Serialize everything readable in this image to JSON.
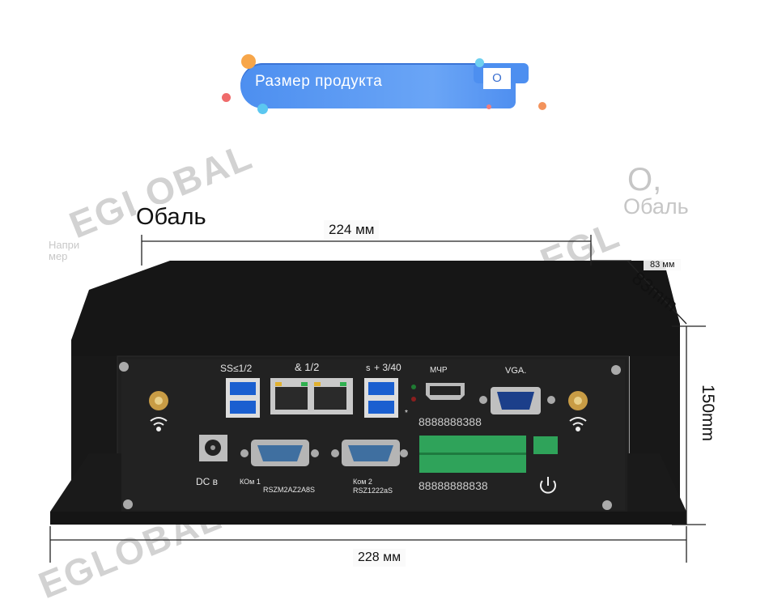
{
  "banner": {
    "title": "Размер продукта",
    "badge": "О"
  },
  "watermarks": {
    "left_brand": "EGLOBAL",
    "left_overlay": "Обаль",
    "left_small": "Напри мер",
    "right_top": "О,",
    "right_sub": "Обаль",
    "right_brand": "EGL",
    "bottom_brand": "EGLOBAL"
  },
  "dimensions": {
    "width_top": "224 мм",
    "width_bottom": "228 мм",
    "depth": "83 мм",
    "depth_rotated": "83mm",
    "height": "150mm"
  },
  "panel": {
    "usb_left_label": "SS≤1/2",
    "lan_label": "& 1/2",
    "usb_right_label": "+ 3/40",
    "usb_right_prefix": "s",
    "hdmi_label": "МЧР",
    "vga_label": "VGA.",
    "code_top": "8888888388",
    "code_bottom": "88888888838",
    "dc_label": "DC в",
    "com1_label": "КОм 1",
    "com1_sub": "RSZM2AZ2A8S",
    "com2_label": "Ком 2",
    "com2_sub": "RSZ1222aS",
    "asterisk": "*"
  },
  "colors": {
    "banner": "#4d8ff0",
    "chassis": "#1c1c1c",
    "terminal": "#2fa35a"
  }
}
